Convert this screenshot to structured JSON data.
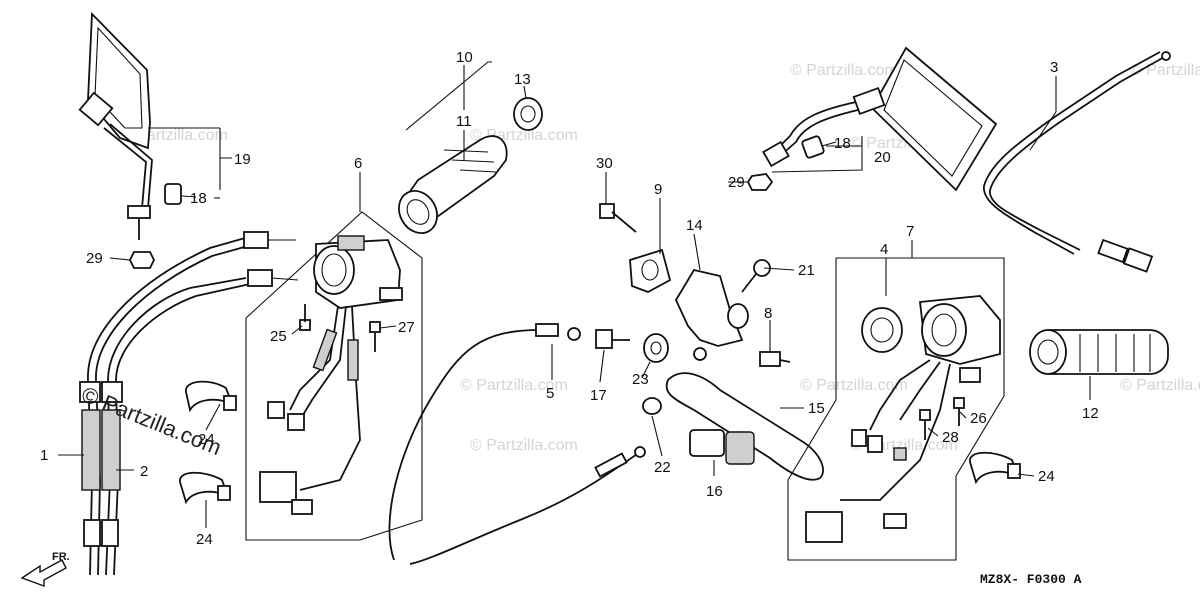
{
  "diagram": {
    "brand": "© Partzilla.com",
    "watermark": "© Partzilla.com",
    "drawing_code": "MZ8X- F0300 A",
    "direction": "FR.",
    "callouts": [
      "1",
      "2",
      "3",
      "4",
      "5",
      "6",
      "7",
      "8",
      "9",
      "10",
      "11",
      "12",
      "13",
      "14",
      "15",
      "16",
      "17",
      "18",
      "18",
      "19",
      "20",
      "21",
      "22",
      "23",
      "24",
      "24",
      "24",
      "25",
      "26",
      "27",
      "28",
      "29",
      "29",
      "30"
    ]
  }
}
